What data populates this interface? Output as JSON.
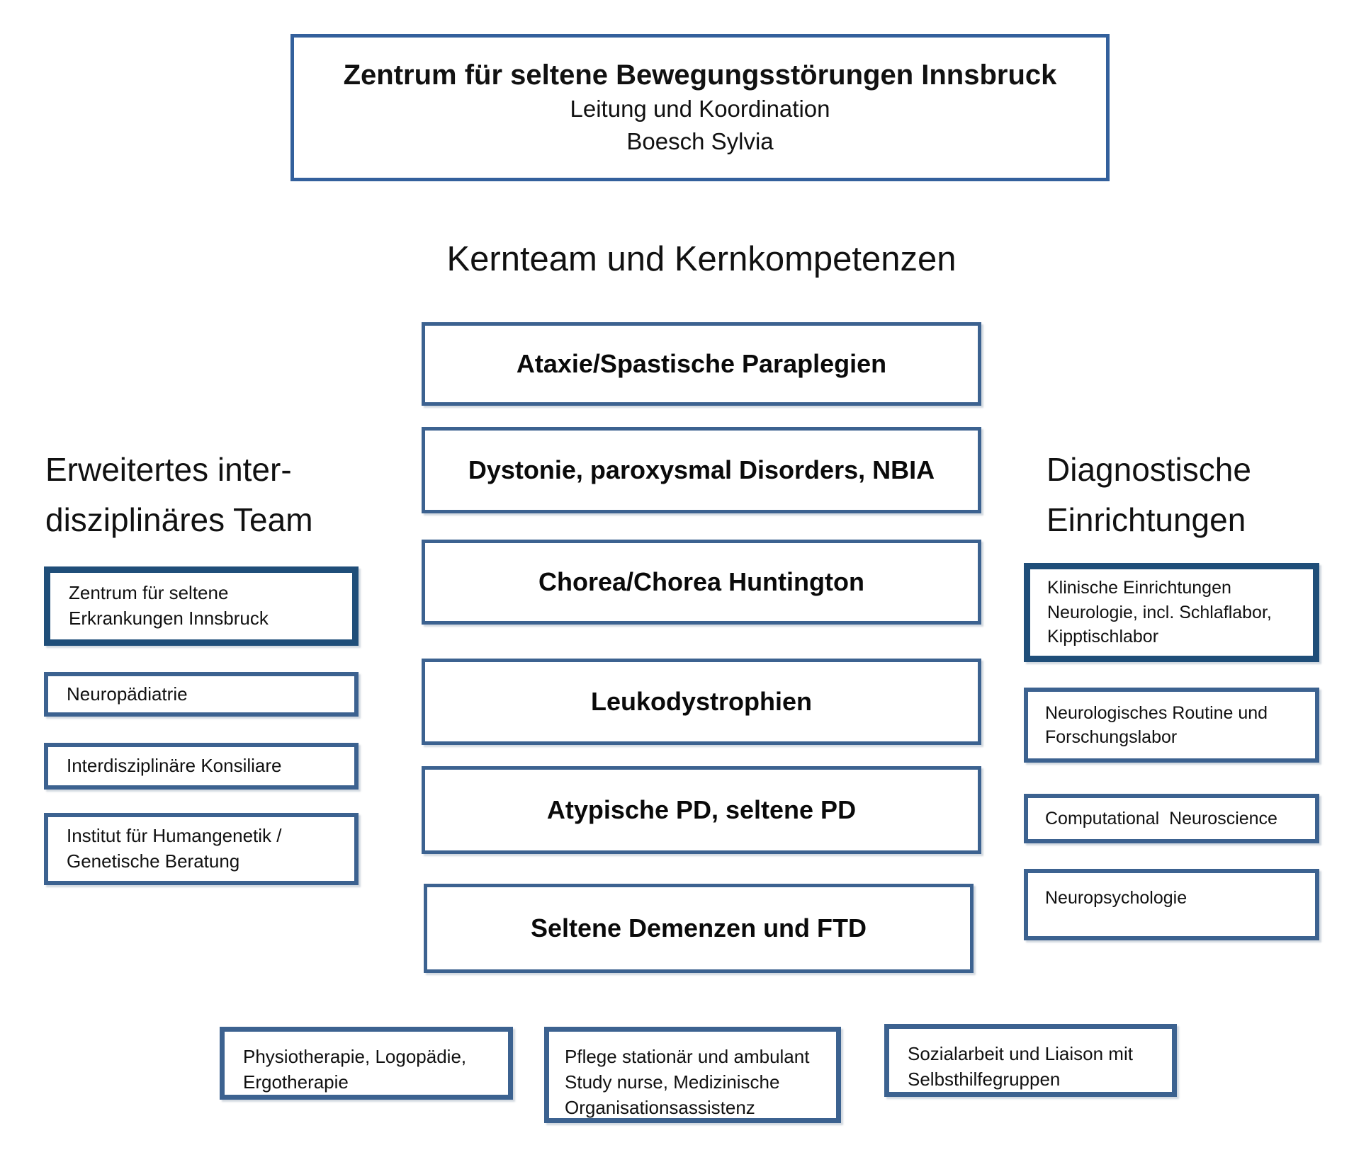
{
  "header": {
    "title": "Zentrum für seltene Bewegungsstörungen Innsbruck",
    "subtitle": "Leitung und Koordination",
    "coordinator": "Boesch Sylvia"
  },
  "center": {
    "heading": "Kernteam und Kernkompetenzen",
    "boxes": [
      "Ataxie/Spastische Paraplegien",
      "Dystonie, paroxysmal Disorders, NBIA",
      "Chorea/Chorea Huntington",
      "Leukodystrophien",
      "Atypische PD, seltene PD",
      "Seltene Demenzen und FTD"
    ]
  },
  "left": {
    "heading": [
      "Erweitertes inter-",
      "disziplinäres Team"
    ],
    "boxes": [
      [
        "Zentrum für seltene",
        "Erkrankungen Innsbruck"
      ],
      [
        "Neuropädiatrie"
      ],
      [
        "Interdisziplinäre Konsiliare"
      ],
      [
        "Institut für Humangenetik /",
        "Genetische Beratung"
      ]
    ]
  },
  "right": {
    "heading": [
      "Diagnostische",
      "Einrichtungen"
    ],
    "boxes": [
      [
        "Klinische Einrichtungen",
        "Neurologie, incl. Schlaflabor,",
        "Kipptischlabor"
      ],
      [
        "Neurologisches Routine und",
        "Forschungslabor"
      ],
      [
        "Computational  Neuroscience"
      ],
      [
        "Neuropsychologie"
      ]
    ]
  },
  "bottom": {
    "boxes": [
      [
        "Physiotherapie, Logopädie,",
        "Ergotherapie"
      ],
      [
        "Pflege stationär und ambulant",
        "Study nurse, Medizinische",
        "Organisationsassistenz"
      ],
      [
        "Sozialarbeit und Liaison mit",
        "Selbsthilfegruppen"
      ]
    ]
  },
  "colors": {
    "header_border": "#33609c",
    "box_border": "#3c6290",
    "box_border_dark": "#1f4e79",
    "text": "#111111",
    "background": "#ffffff"
  }
}
